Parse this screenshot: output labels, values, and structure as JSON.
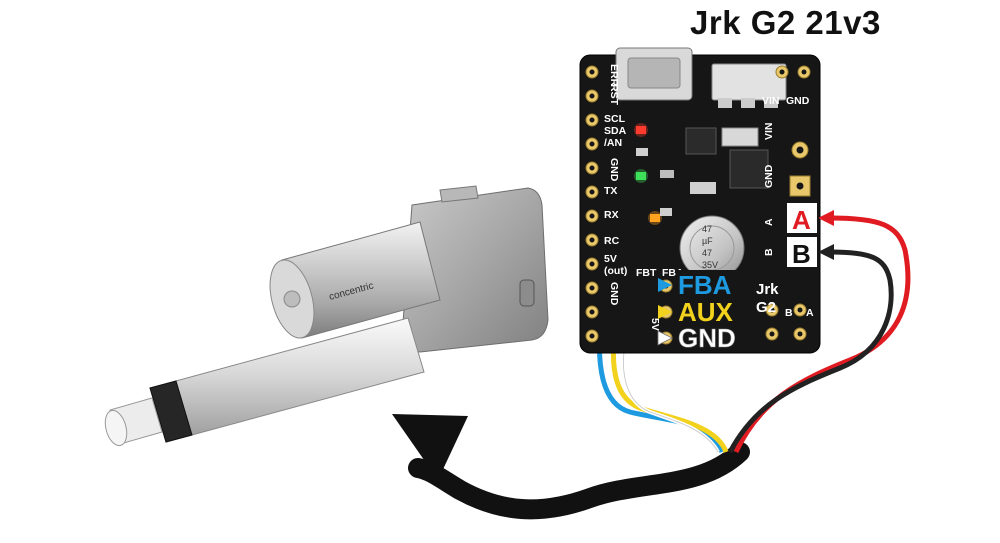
{
  "title": "Jrk G2 21v3",
  "board": {
    "left_pins": [
      "ERR",
      "RST",
      "SCL",
      "SDA",
      "/AN",
      "GND",
      "TX",
      "RX",
      "RC",
      "5V",
      "(out)",
      "GND"
    ],
    "right_pins": [
      "VIN",
      "GND",
      "VIN",
      "GND",
      "A",
      "B"
    ],
    "bottom_pins": [
      "FBT",
      "FBA",
      "5V"
    ],
    "silk_model": [
      "Jrk",
      "G2"
    ],
    "silk_right_bottom": [
      "B",
      "A"
    ],
    "capacitor_text": [
      "47",
      "µF",
      "47",
      "35V"
    ]
  },
  "connection_labels": {
    "fba": "FBA",
    "aux": "AUX",
    "gnd": "GND",
    "a": "A",
    "b": "B"
  },
  "actuator": {
    "brand_text": "concentric"
  },
  "colors": {
    "fba": "#1e9be0",
    "aux": "#f2d21c",
    "gnd": "#ffffff",
    "a": "#e01b22",
    "b": "#222222",
    "a_label_bg": "#ffffff",
    "b_label_bg": "#ffffff"
  }
}
